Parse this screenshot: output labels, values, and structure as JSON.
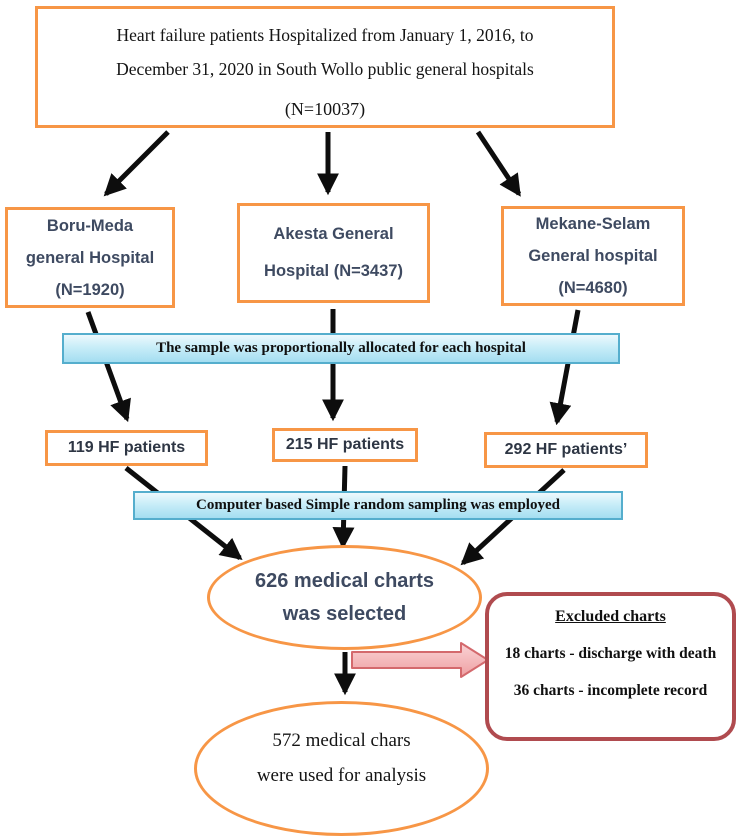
{
  "source_box": {
    "line1": "Heart failure patients Hospitalized from January 1, 2016, to",
    "line2": "December 31, 2020 in South Wollo public general hospitals",
    "n": "(N=10037)"
  },
  "hospitals": [
    {
      "lines": [
        "Boru-Meda",
        "general Hospital",
        "(N=1920)"
      ]
    },
    {
      "lines": [
        "Akesta General",
        "Hospital (N=3437)"
      ]
    },
    {
      "lines": [
        "Mekane-Selam",
        "General hospital",
        "(N=4680)"
      ]
    }
  ],
  "bands": {
    "allocation": "The sample was proportionally allocated for each hospital",
    "sampling": "Computer based Simple random sampling was employed"
  },
  "samples": [
    "119 HF patients",
    "215 HF patients",
    "292 HF patients’"
  ],
  "selected_ellipse": {
    "line1": "626 medical charts",
    "line2": "was selected"
  },
  "excluded_box": {
    "title": "Excluded charts",
    "items": [
      "18 charts - discharge with death",
      "36 charts - incomplete record"
    ]
  },
  "final_ellipse": {
    "line1": "572 medical chars",
    "line2": "were used for analysis"
  },
  "colors": {
    "accent_orange": "#F79646",
    "band_border_blue": "#55AECD",
    "band_fill_top": "#EDF9FD",
    "band_fill_bottom": "#A4DEF1",
    "excluded_border_maroon": "#B04B4F",
    "pink_arrow_fill": "#F5AFB2",
    "pink_arrow_border": "#D4696D",
    "arrow_black": "#0D0D0D",
    "hospital_text": "#3E4A61"
  }
}
